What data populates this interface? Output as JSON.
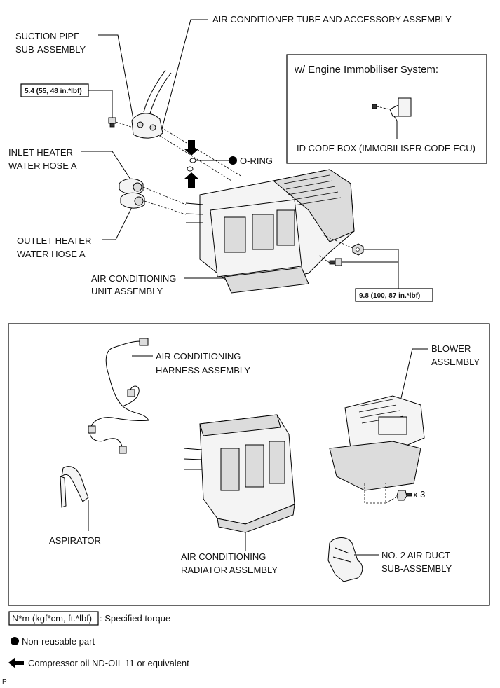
{
  "top": {
    "suction_pipe": [
      "SUCTION PIPE",
      "SUB-ASSEMBLY"
    ],
    "ac_tube": "AIR CONDITIONER TUBE AND ACCESSORY ASSEMBLY",
    "torque_1": "5.4 (55, 48 in.*lbf)",
    "o_ring": "O-RING",
    "inlet_hose": [
      "INLET HEATER",
      "WATER HOSE A"
    ],
    "outlet_hose": [
      "OUTLET HEATER",
      "WATER HOSE A"
    ],
    "ac_unit": [
      "AIR CONDITIONING",
      "UNIT ASSEMBLY"
    ],
    "torque_2": "9.8 (100, 87 in.*lbf)"
  },
  "inset": {
    "title": "w/ Engine Immobiliser System:",
    "id_code_box": "ID CODE BOX (IMMOBILISER CODE ECU)"
  },
  "bottom": {
    "harness": [
      "AIR CONDITIONING",
      "HARNESS ASSEMBLY"
    ],
    "blower": [
      "BLOWER",
      "ASSEMBLY"
    ],
    "aspirator": "ASPIRATOR",
    "radiator": [
      "AIR CONDITIONING",
      "RADIATOR ASSEMBLY"
    ],
    "screw_count": "x 3",
    "air_duct": [
      "NO. 2 AIR DUCT",
      "SUB-ASSEMBLY"
    ]
  },
  "legend": {
    "torque_unit": "N*m (kgf*cm, ft.*lbf)",
    "torque_text": ": Specified torque",
    "non_reusable": "Non-reusable part",
    "compressor_oil": "Compressor oil ND-OIL 11 or equivalent"
  },
  "footer_code": "P"
}
